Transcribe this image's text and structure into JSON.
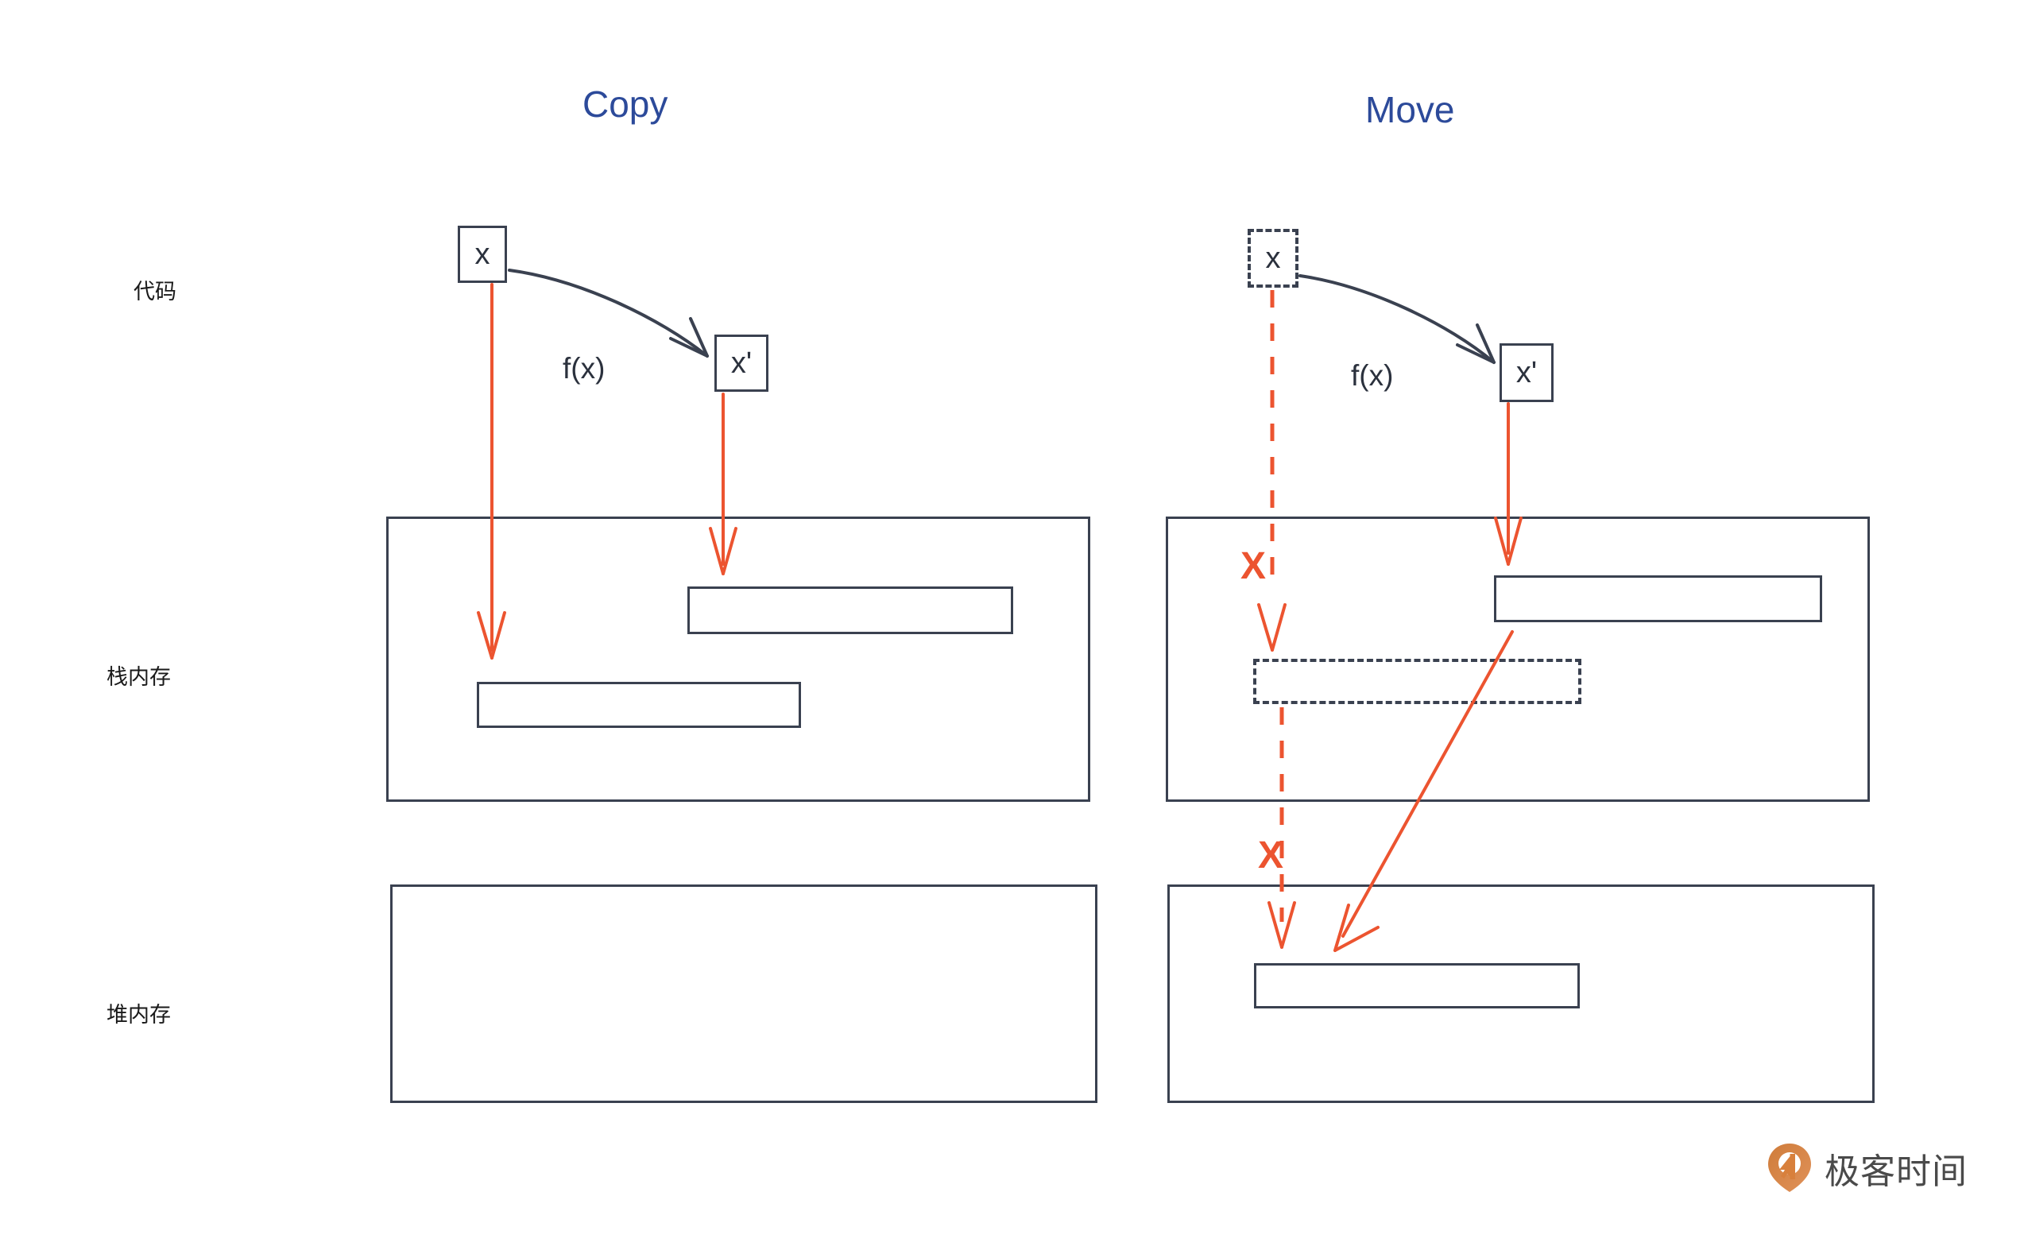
{
  "diagram": {
    "title_copy": "Copy",
    "title_move": "Move",
    "accent_blue": "#2c4a9a",
    "accent_red": "#ec5430",
    "stroke_dark": "#3a4150"
  },
  "row_labels": {
    "code": "代码",
    "stack": "栈内存",
    "heap": "堆内存"
  },
  "copy": {
    "source_var": "x",
    "result_var": "x'",
    "function_label": "f(x)"
  },
  "move": {
    "source_var": "x",
    "result_var": "x'",
    "function_label": "f(x)",
    "invalid_mark_stack": "X",
    "invalid_mark_heap": "X"
  },
  "brand": {
    "name": "极客时间",
    "icon": "geektime-pin-icon",
    "icon_color": "#d8803c"
  }
}
